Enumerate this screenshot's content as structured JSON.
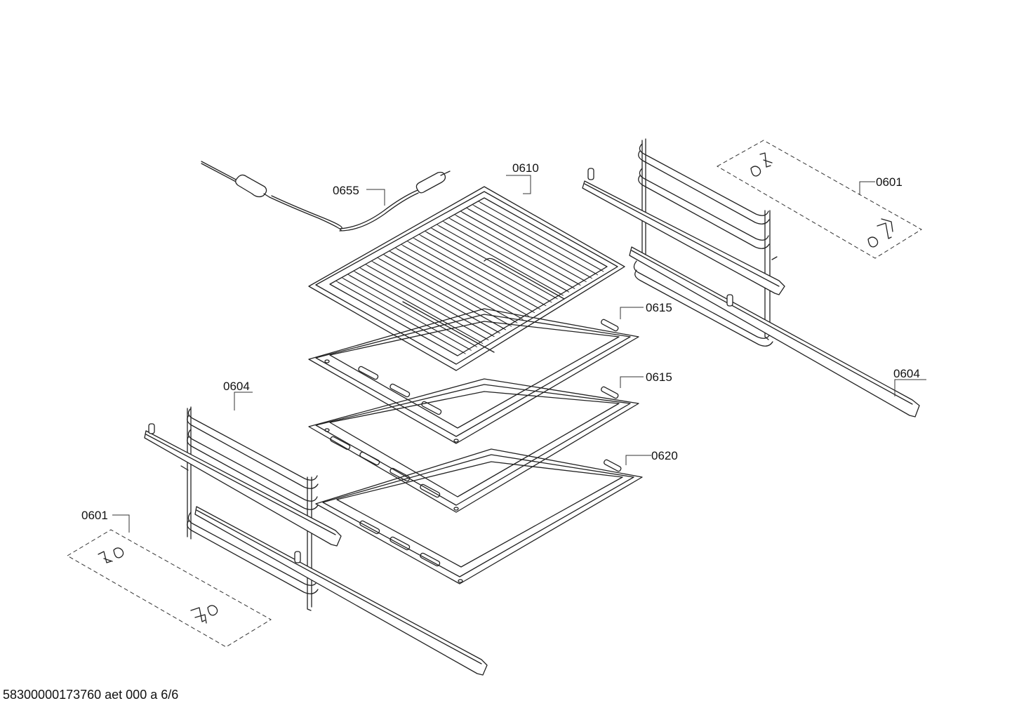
{
  "callouts": {
    "c0655": "0655",
    "c0610": "0610",
    "c0601_top": "0601",
    "c0615_a": "0615",
    "c0615_b": "0615",
    "c0604_right": "0604",
    "c0604_left": "0604",
    "c0620": "0620",
    "c0601_bottom": "0601"
  },
  "footer": {
    "doc_id": "58300000173760 aet 000 a 6/6"
  }
}
